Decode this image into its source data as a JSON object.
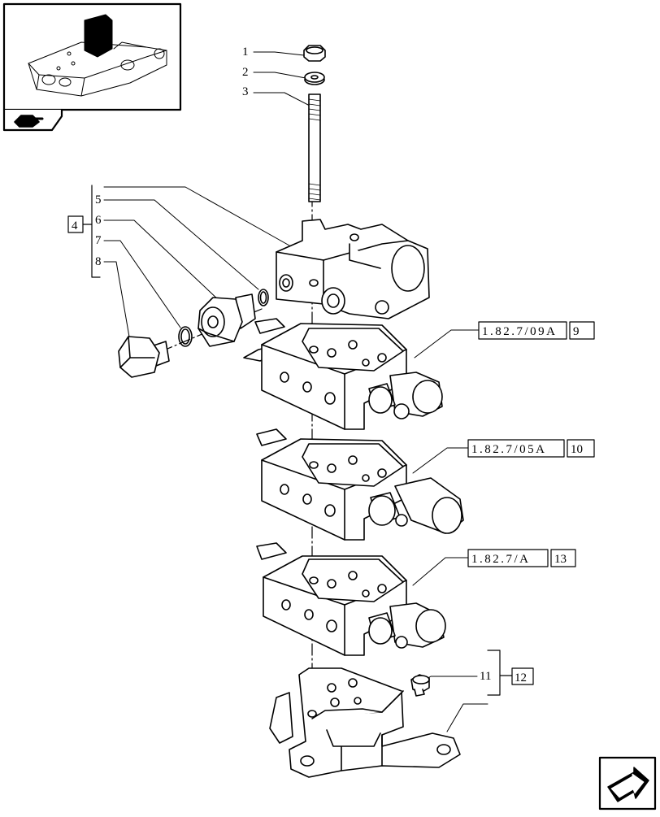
{
  "callouts": {
    "c1": "1",
    "c2": "2",
    "c3": "3",
    "c4": "4",
    "c5": "5",
    "c6": "6",
    "c7": "7",
    "c8": "8",
    "c11": "11",
    "c12": "12"
  },
  "references": {
    "r1_code": "1.82.7/09A",
    "r1_num": "9",
    "r2_code": "1.82.7/05A",
    "r2_num": "10",
    "r3_code": "1.82.7/A",
    "r3_num": "13"
  },
  "icons": {
    "thumbnail": "tractor-hydraulic-lift-thumbnail-icon",
    "section": "section-badge-icon",
    "nav": "next-page-arrow-icon"
  }
}
